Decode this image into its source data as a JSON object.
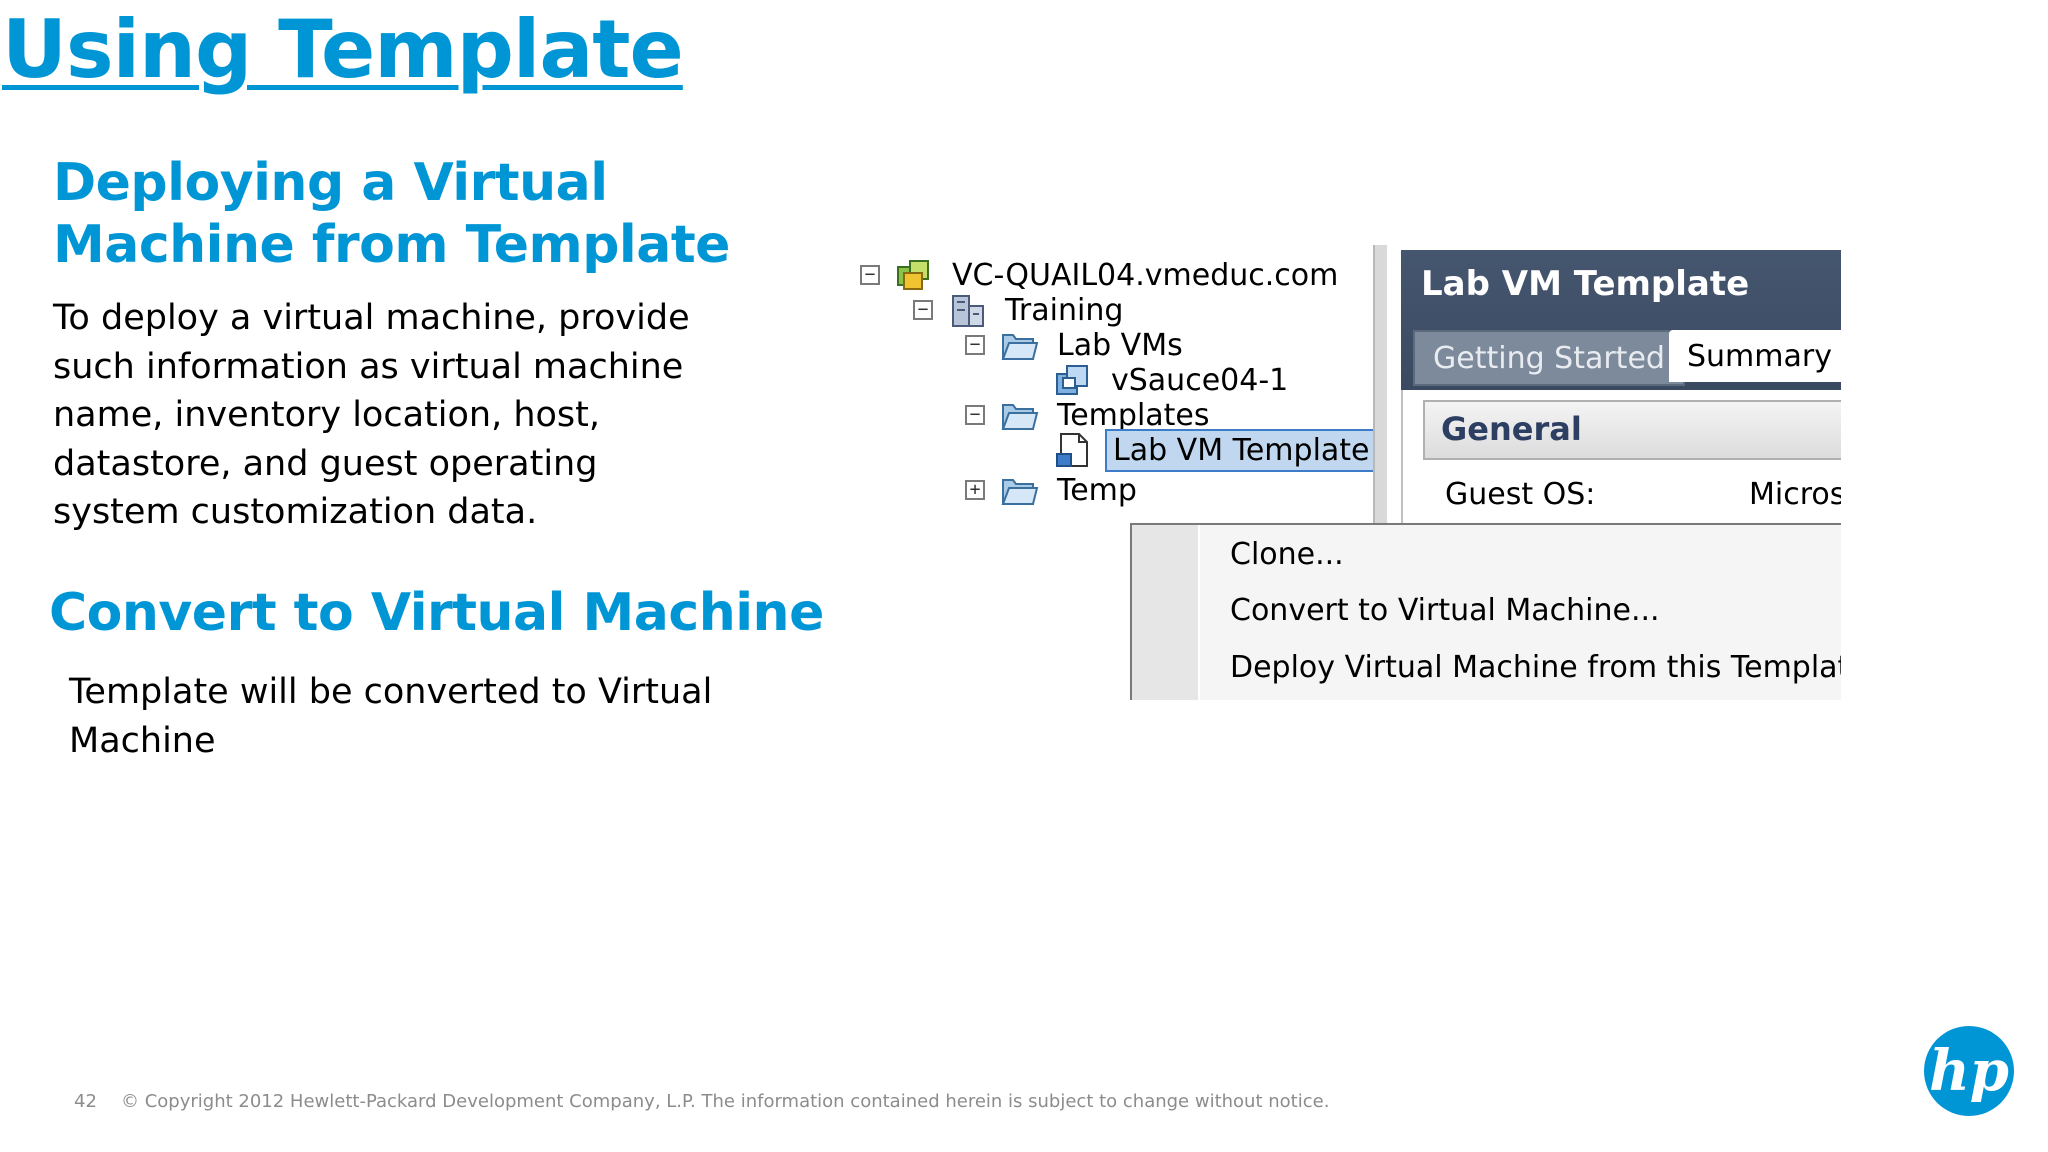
{
  "slide": {
    "title": "Using Template",
    "section1": {
      "heading_line1": "Deploying a Virtual",
      "heading_line2": "Machine from Template",
      "body_lines": [
        "To deploy a virtual machine, provide",
        "such information as virtual machine",
        "name, inventory location, host,",
        "datastore, and guest operating",
        "system customization data."
      ]
    },
    "section2": {
      "heading": "Convert to Virtual Machine",
      "body_lines": [
        "Template will be converted to Virtual",
        "Machine"
      ]
    },
    "footer": {
      "page_number": "42",
      "copyright": "© Copyright 2012 Hewlett-Packard Development Company, L.P.  The information contained herein is subject to change without notice."
    },
    "logo_text": "hp"
  },
  "screenshot": {
    "tree": [
      {
        "label": "VC-QUAIL04.vmeduc.com",
        "expander": "−",
        "icon": "vcenter-icon"
      },
      {
        "label": "Training",
        "expander": "−",
        "icon": "datacenter-icon"
      },
      {
        "label": "Lab VMs",
        "expander": "−",
        "icon": "folder-icon"
      },
      {
        "label": "vSauce04-1",
        "expander": "",
        "icon": "vm-icon"
      },
      {
        "label": "Templates",
        "expander": "−",
        "icon": "folder-icon"
      },
      {
        "label": "Lab VM Template",
        "expander": "",
        "icon": "template-icon",
        "selected": true
      },
      {
        "label": "Temp",
        "expander": "+",
        "icon": "folder-icon"
      }
    ],
    "right_panel": {
      "title": "Lab VM Template",
      "tabs": [
        "Getting Started",
        "Summary"
      ],
      "section": "General",
      "guest_os_label": "Guest OS:",
      "guest_os_value": "Microsc"
    },
    "context_menu": [
      "Clone...",
      "Convert to Virtual Machine...",
      "Deploy Virtual Machine from this Template..."
    ]
  },
  "colors": {
    "accent": "#0096d6",
    "header_bar": "#3f4f66",
    "selection": "#c1d7f0"
  }
}
